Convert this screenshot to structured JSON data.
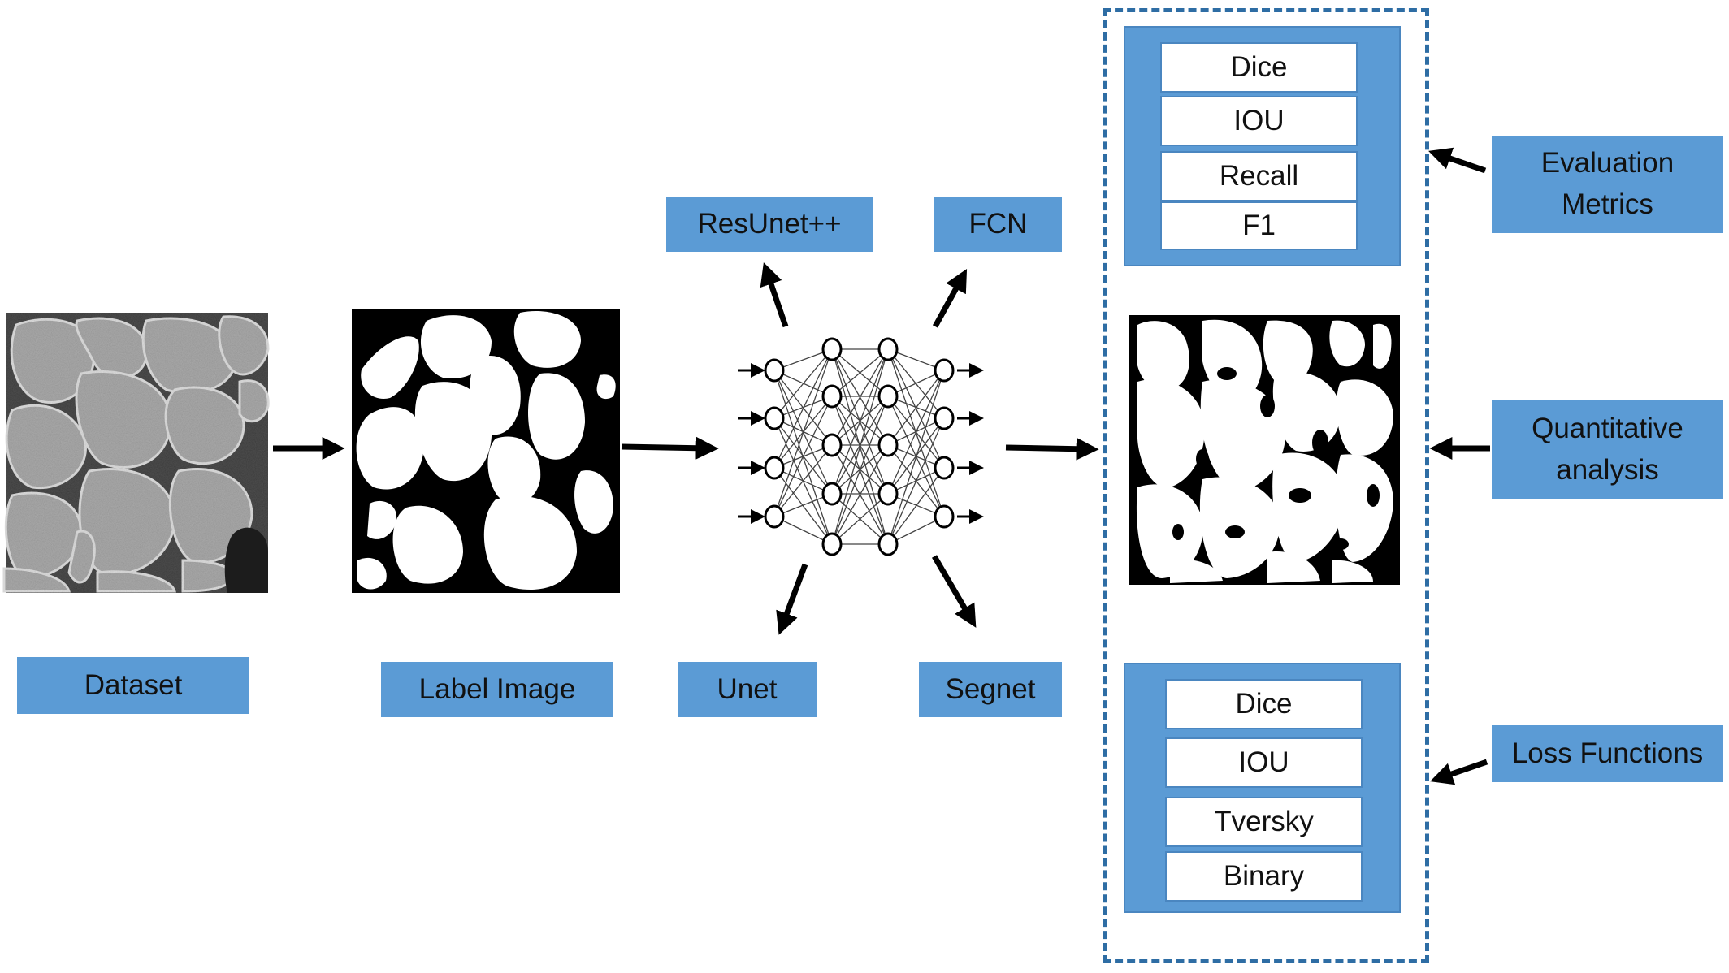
{
  "inputs": {
    "dataset_label": "Dataset",
    "label_image_label": "Label Image"
  },
  "models": {
    "top_left": "ResUnet++",
    "top_right": "FCN",
    "bottom_left": "Unet",
    "bottom_right": "Segnet"
  },
  "evaluation_metrics": {
    "title": "Evaluation\nMetrics",
    "items": [
      "Dice",
      "IOU",
      "Recall",
      "F1"
    ]
  },
  "quantitative_analysis": {
    "title": "Quantitative\nanalysis"
  },
  "loss_functions": {
    "title": "Loss Functions",
    "items": [
      "Dice",
      "IOU",
      "Tversky",
      "Binary"
    ]
  },
  "colors": {
    "box_fill": "#5b9bd5",
    "frame_dashes": "#2e6da4",
    "arrows": "#000000"
  },
  "icons": {
    "dataset_image": "grayscale-grain-micrograph",
    "label_image": "binary-mask-icon",
    "network": "neural-network-icon",
    "output_image": "segmentation-output-icon"
  }
}
